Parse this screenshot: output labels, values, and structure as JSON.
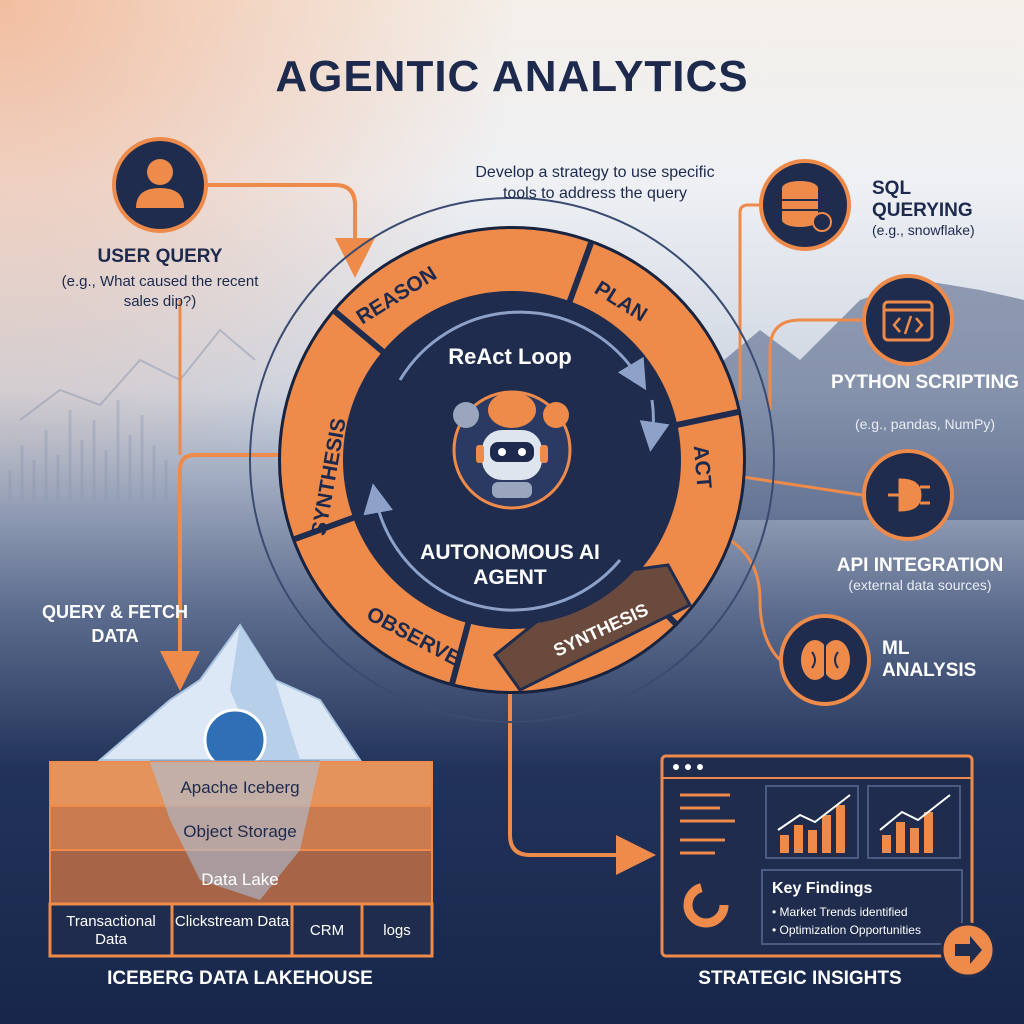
{
  "title": "AGENTIC ANALYTICS",
  "strategy_note": "Develop a strategy to use specific tools to address the query",
  "user_query": {
    "label": "USER QUERY",
    "example": "(e.g., What caused the recent sales dip?)"
  },
  "query_fetch": {
    "label": "QUERY & FETCH DATA"
  },
  "loop": {
    "name": "ReAct Loop",
    "stages": [
      "REASON",
      "PLAN",
      "ACT",
      "SYNTHESIS",
      "OBSERVE",
      "SYNTHESIS"
    ],
    "agent": "AUTONOMOUS AI AGENT"
  },
  "tools": [
    {
      "label": "SQL QUERYING",
      "sub": "(e.g., snowflake)",
      "icon": "database-icon"
    },
    {
      "label": "PYTHON SCRIPTING",
      "sub": "(e.g., pandas, NumPy)",
      "icon": "code-icon"
    },
    {
      "label": "API INTEGRATION",
      "sub": "(external data sources)",
      "icon": "plug-icon"
    },
    {
      "label": "ML ANALYSIS",
      "sub": "",
      "icon": "brain-icon"
    }
  ],
  "lakehouse": {
    "title": "ICEBERG DATA LAKEHOUSE",
    "layers": [
      "Apache Iceberg",
      "Object Storage",
      "Data Lake"
    ],
    "sources": [
      "Transactional Data",
      "Clickstream Data",
      "CRM",
      "logs"
    ]
  },
  "insights": {
    "title": "STRATEGIC INSIGHTS",
    "findings_title": "Key Findings",
    "findings": [
      "Market Trends identified",
      "Optimization Opportunities"
    ]
  },
  "colors": {
    "navy": "#1d2a4d",
    "orange": "#ee8a4a",
    "panel": "#1f2c4e"
  }
}
